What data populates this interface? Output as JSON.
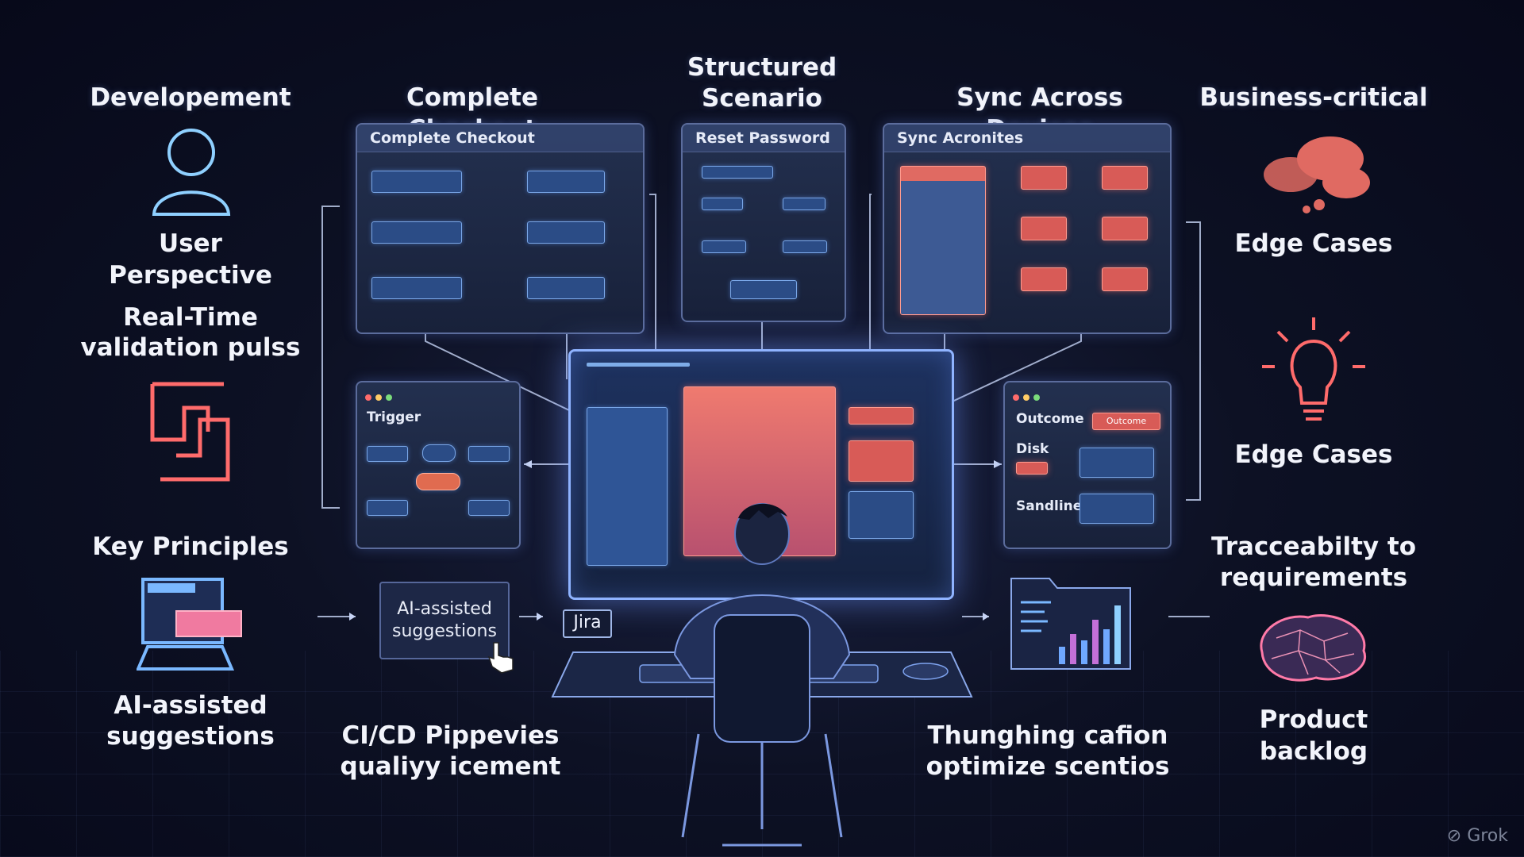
{
  "headings": {
    "development": "Developement",
    "complete_checkout": "Complete Checkout",
    "structured_scenario_1": "Structured",
    "structured_scenario_2": "Scenario",
    "sync_across_devices": "Sync Across Devices",
    "business_critical": "Business-critical"
  },
  "left_column": {
    "user_perspective": "User Perspective",
    "realtime_1": "Real-Time",
    "realtime_2": "validation pulss",
    "key_principles": "Key Principles",
    "ai_assisted_1": "AI-assisted",
    "ai_assisted_2": "suggestions"
  },
  "right_column": {
    "edge_cases_1": "Edge Cases",
    "edge_cases_2": "Edge Cases",
    "traceability_1": "Tracceabilty to",
    "traceability_2": "requirements",
    "product_backlog": "Product backlog"
  },
  "panels": {
    "complete_checkout": "Complete Checkout",
    "reset_password": "Reset Password",
    "sync_acronites": "Sync Acronites",
    "trigger": "Trigger",
    "outcome": "Outcome",
    "outcome_tag": "Outcome",
    "disk": "Disk",
    "sandline": "Sandline"
  },
  "bottom": {
    "ai_box_1": "AI-assisted",
    "ai_box_2": "suggestions",
    "jira": "Jira",
    "cicd_1": "CI/CD Pippevies",
    "cicd_2": "qualiyy icement",
    "thunghing_1": "Thunghing cafion",
    "thunghing_2": "optimize scentios"
  },
  "watermark": "Grok",
  "colors": {
    "accent_blue": "#7aa7e8",
    "accent_red": "#e56a63",
    "background": "#0d1124"
  }
}
